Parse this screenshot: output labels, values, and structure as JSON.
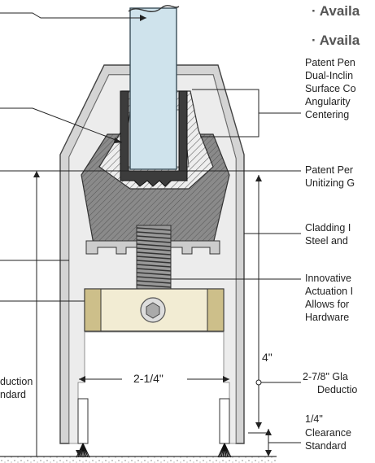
{
  "bullets": [
    "· Availa",
    "· Availa"
  ],
  "callouts": {
    "c1": [
      "Patent Pen",
      "Dual-Inclin",
      "Surface Co",
      "Angularity",
      "Centering"
    ],
    "c2": [
      "Patent Per",
      "Unitizing G"
    ],
    "c3": [
      "Cladding I",
      "Steel and"
    ],
    "c4": [
      "Innovative",
      "Actuation I",
      "Allows for",
      "Hardware"
    ],
    "c5": [
      "2-7/8\" Gla",
      "Deductio"
    ],
    "c6": [
      "1/4\"",
      "Clearance",
      "Standard"
    ],
    "left": [
      "duction",
      "ndard"
    ]
  },
  "dimensions": {
    "width": "2-1/4\"",
    "height": "4\""
  },
  "colors": {
    "cladding": "#d4d4d4",
    "cladding_edge": "#444444",
    "glass": "#cfe3ec",
    "glass_edge": "#3a4e58",
    "wedge": "#ececec",
    "base": "#8e8e8e",
    "gasket": "#3c3c3c",
    "shoe_body": "#f2ecd3",
    "shoe_end": "#cdbf8a",
    "bolt": "#999999"
  }
}
